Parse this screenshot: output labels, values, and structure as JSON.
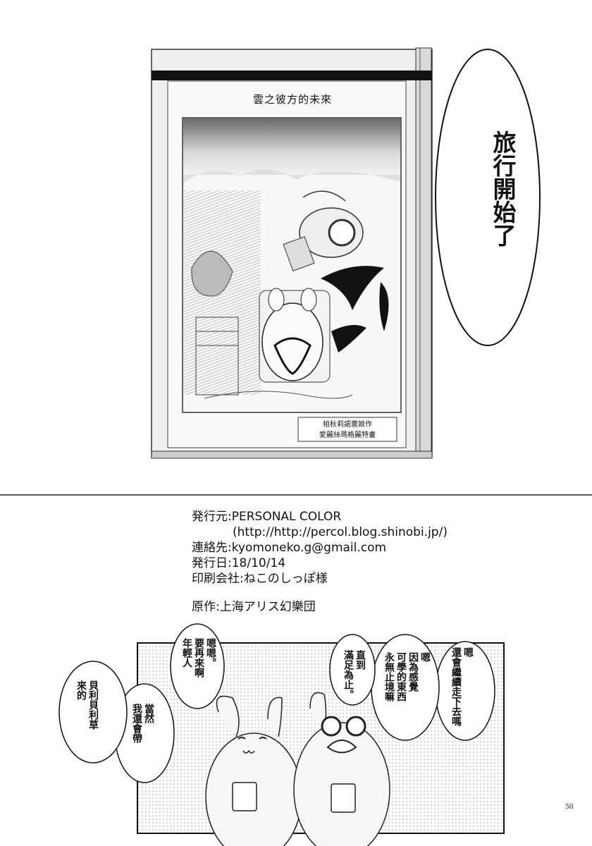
{
  "book": {
    "title": "雲之彼方的未來",
    "credit_line1": "帕秋莉諾蕾姬作",
    "credit_line2": "愛麗絲瑪格麗特畫"
  },
  "speech": {
    "main": "旅行開始了",
    "b1": "嗯\n還會繼續走下去嗎",
    "b2": "嗯\n因為感覺\n可學的東西\n永無止境嘛",
    "b3": "直到\n滿足為止。",
    "b4": "嗯嗯。\n要再來啊\n年輕人",
    "b5": "當然\n我還會帶",
    "b6": "貝利貝利草\n來的"
  },
  "colophon": {
    "publisher": "発行元:PERSONAL COLOR",
    "url": "(http://http://percol.blog.shinobi.jp/)",
    "contact": "連絡先:kyomoneko.g@gmail.com",
    "date": "発行日:18/10/14",
    "printer": "印刷会社:ねこのしっぽ様",
    "original": "原作:上海アリス幻樂団"
  },
  "page_number": "50"
}
